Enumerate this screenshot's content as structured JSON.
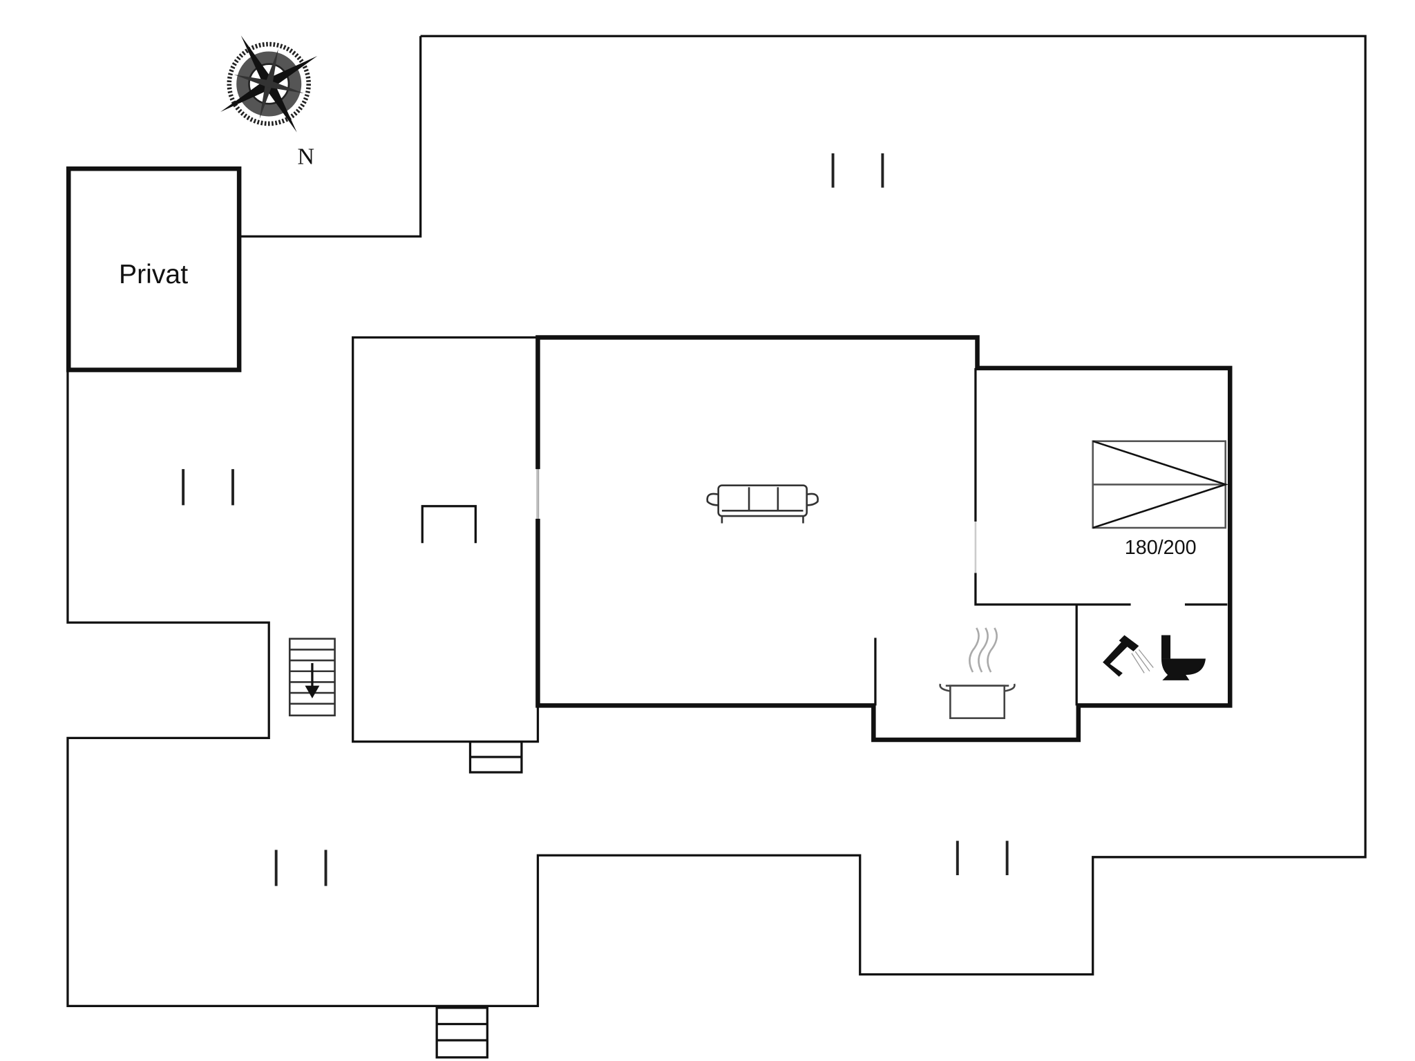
{
  "plan": {
    "compass_label": "N",
    "rooms": {
      "private_room": "Privat",
      "bed_size": "180/200"
    },
    "icons": [
      "compass-rose-icon",
      "sofa-icon",
      "bed-icon",
      "cooking-pot-icon",
      "shower-icon",
      "toilet-icon",
      "stairs-down-icon",
      "steps-icon"
    ]
  }
}
